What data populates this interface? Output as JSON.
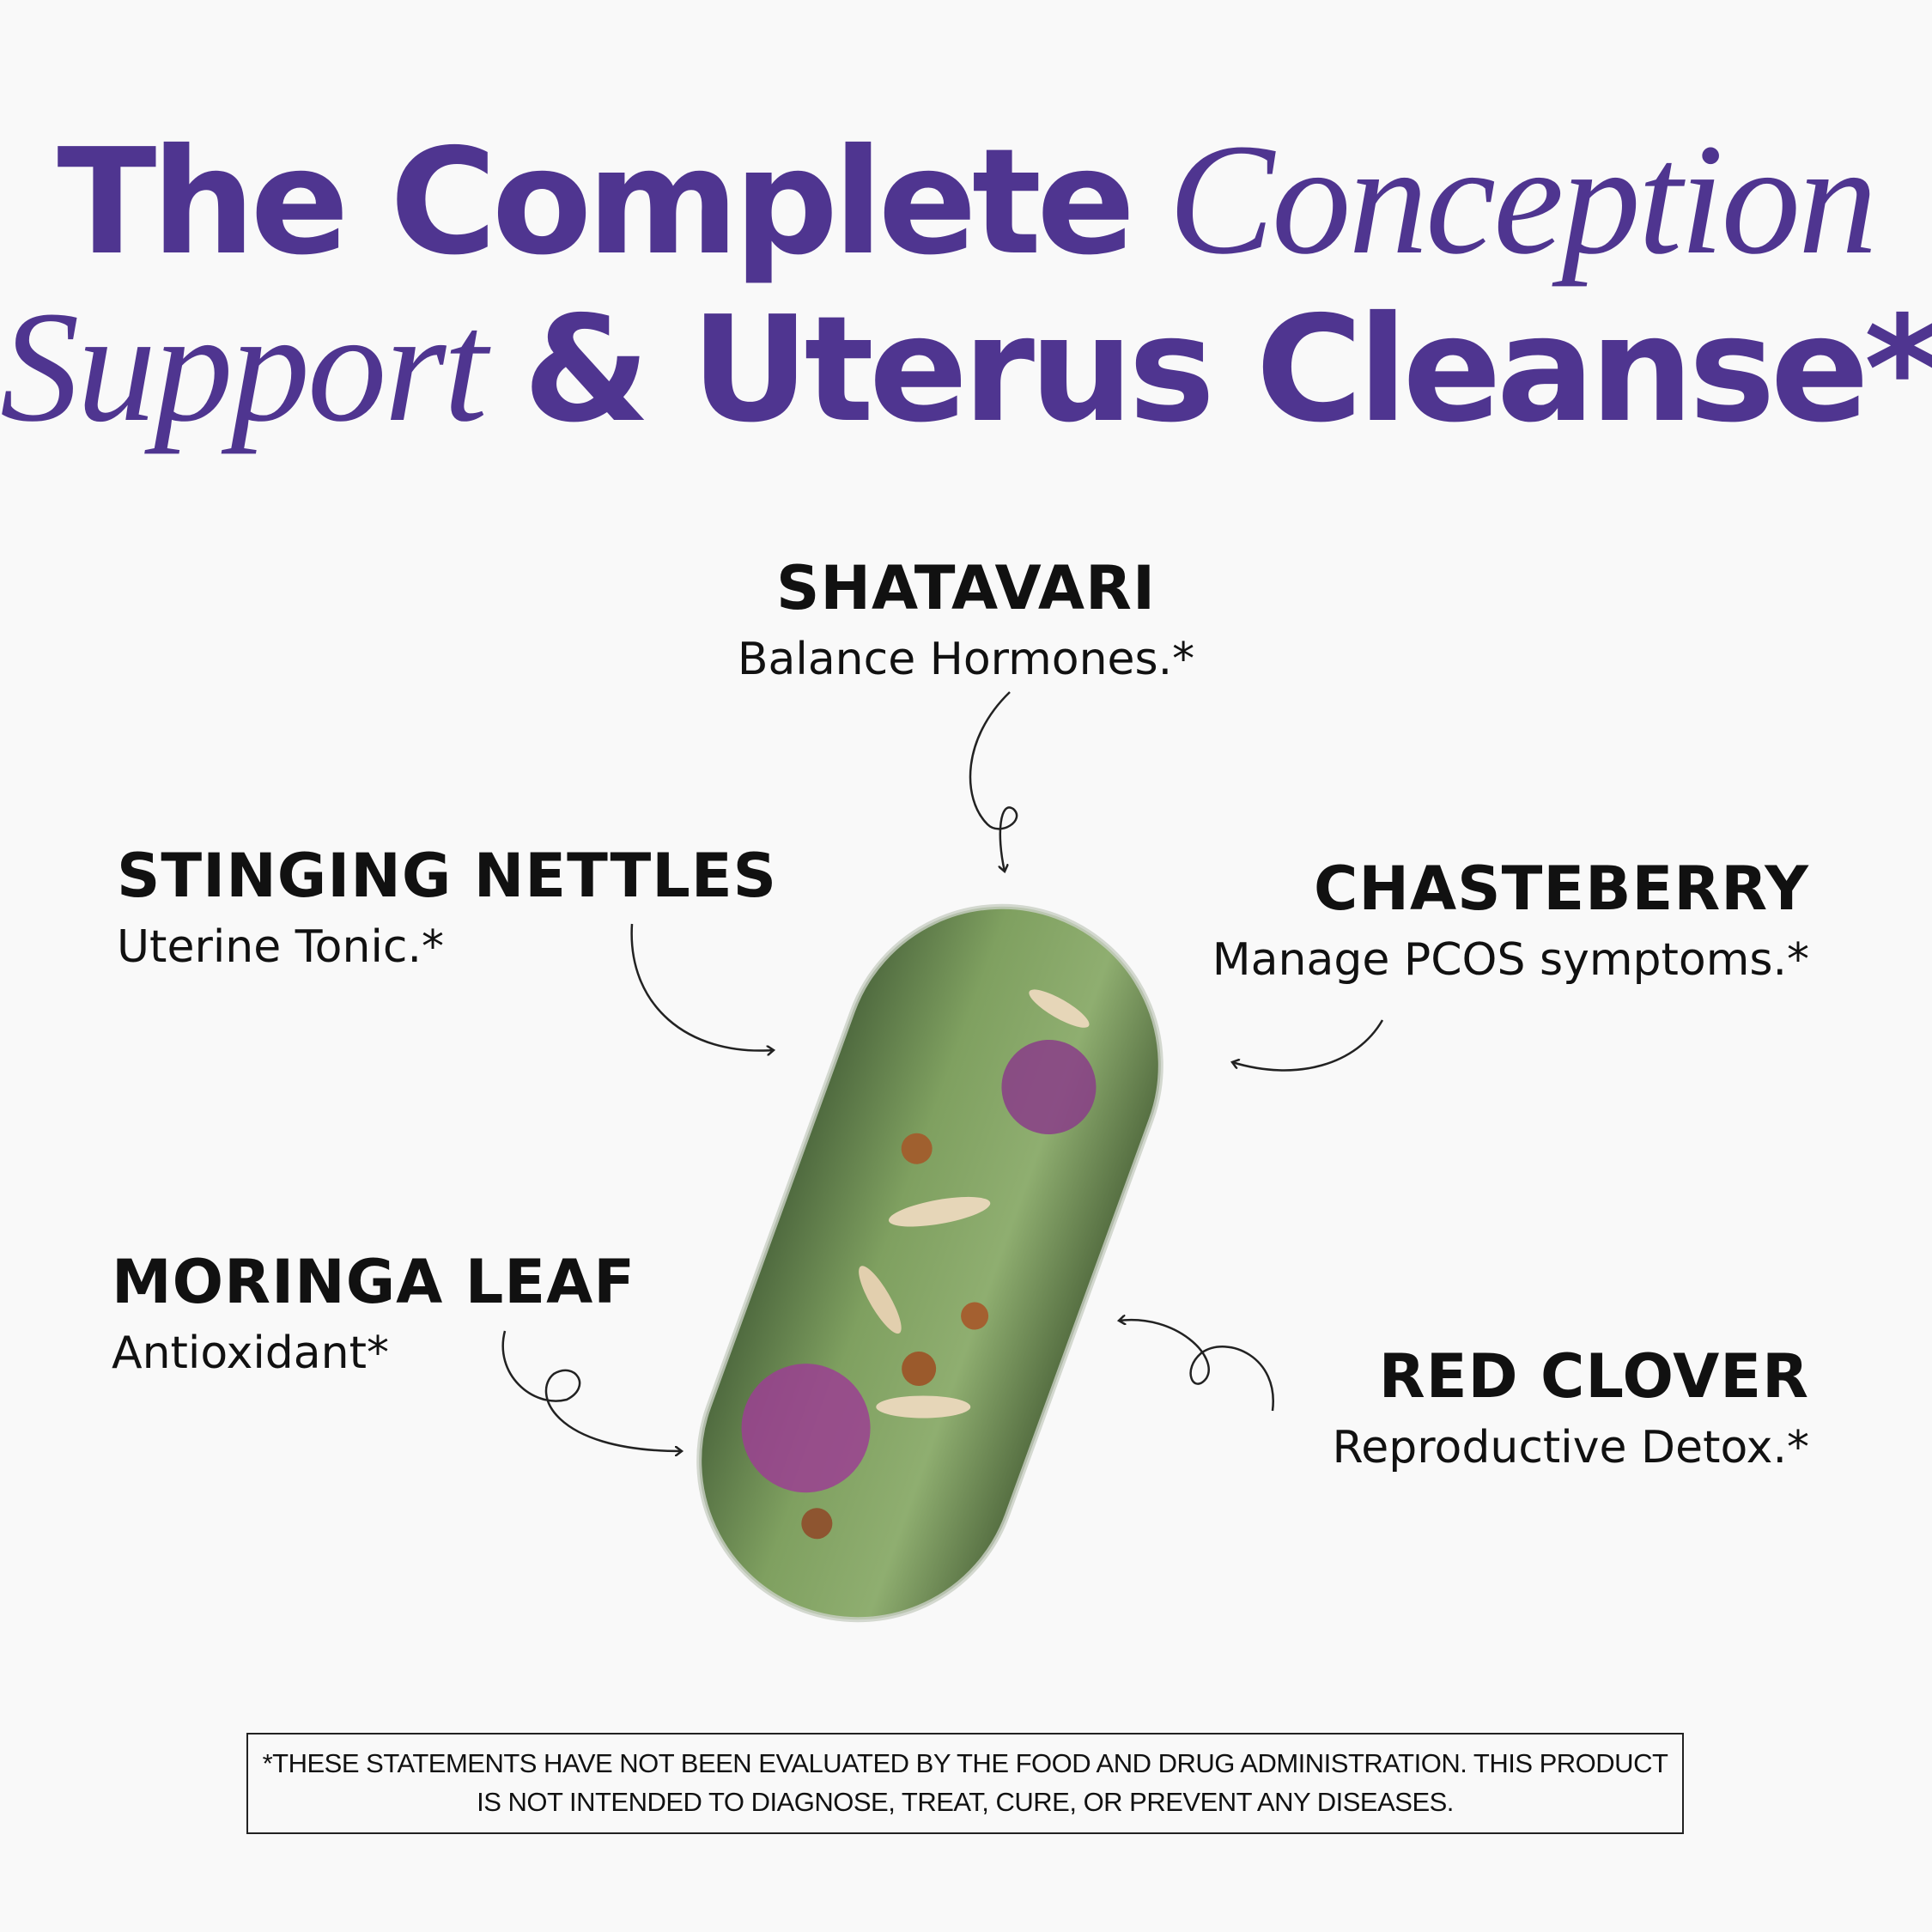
{
  "title": {
    "line1_bold": "The Complete",
    "line1_italic": "Conception",
    "line2_italic": "Support",
    "line2_bold": "& Uterus Cleanse*"
  },
  "colors": {
    "accent": "#4f3590",
    "text": "#111111",
    "background": "#f9f9f9"
  },
  "ingredients": [
    {
      "name": "SHATAVARI",
      "benefit": "Balance Hormones.*"
    },
    {
      "name": "STINGING NETTLES",
      "benefit": "Uterine Tonic.*"
    },
    {
      "name": "CHASTEBERRY",
      "benefit": "Manage PCOS symptoms.*"
    },
    {
      "name": "MORINGA LEAF",
      "benefit": "Antioxidant*"
    },
    {
      "name": "RED CLOVER",
      "benefit": "Reproductive Detox.*"
    }
  ],
  "disclaimer": {
    "line1": "*THESE STATEMENTS HAVE NOT BEEN EVALUATED BY THE FOOD AND DRUG ADMINISTRATION. THIS PRODUCT",
    "line2": "IS NOT INTENDED TO DIAGNOSE, TREAT, CURE, OR PREVENT ANY DISEASES."
  }
}
